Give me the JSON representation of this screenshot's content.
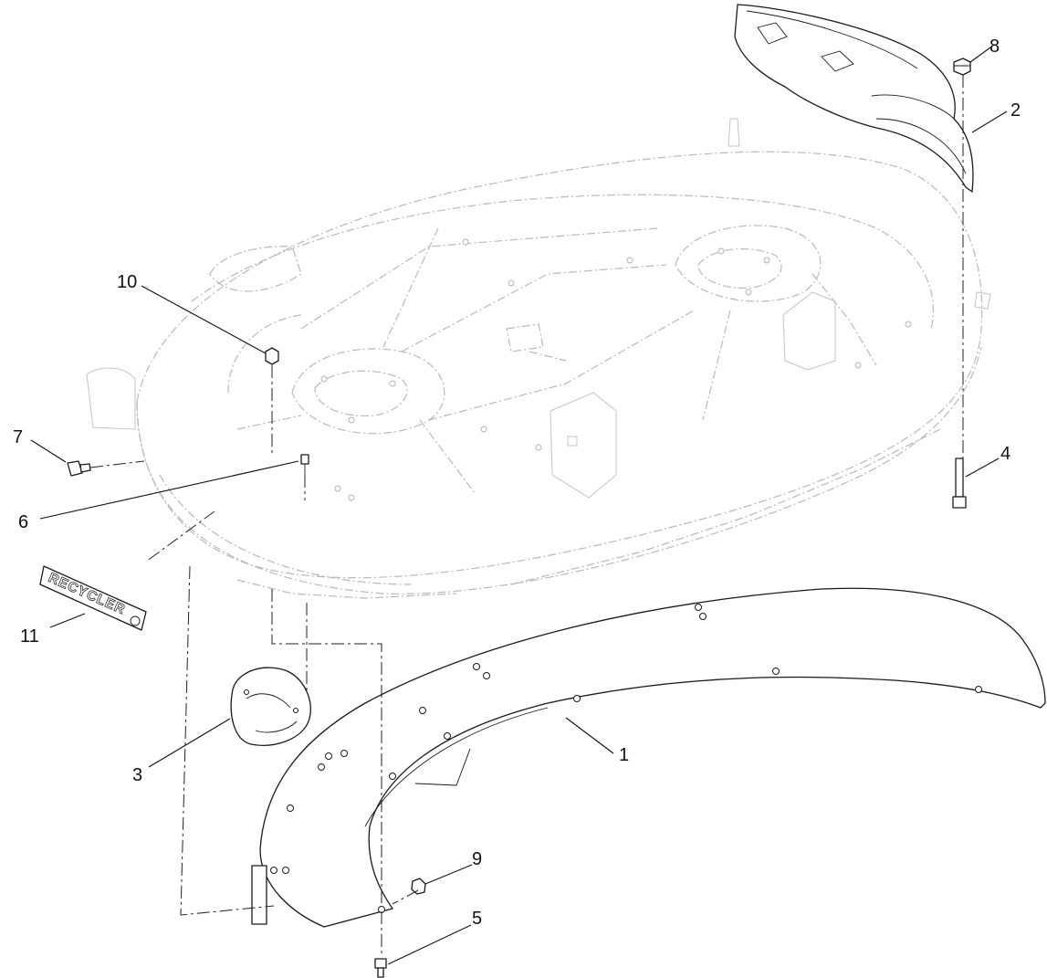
{
  "callouts": [
    {
      "id": "1",
      "label": "1"
    },
    {
      "id": "2",
      "label": "2"
    },
    {
      "id": "3",
      "label": "3"
    },
    {
      "id": "4",
      "label": "4"
    },
    {
      "id": "5",
      "label": "5"
    },
    {
      "id": "6",
      "label": "6"
    },
    {
      "id": "7",
      "label": "7"
    },
    {
      "id": "8",
      "label": "8"
    },
    {
      "id": "9",
      "label": "9"
    },
    {
      "id": "10",
      "label": "10"
    },
    {
      "id": "11",
      "label": "11"
    }
  ],
  "decal": {
    "text": "RECYCLER"
  },
  "colors": {
    "line": "#1a1a1a",
    "ghost": "#b9b9b9",
    "background": "#ffffff"
  }
}
